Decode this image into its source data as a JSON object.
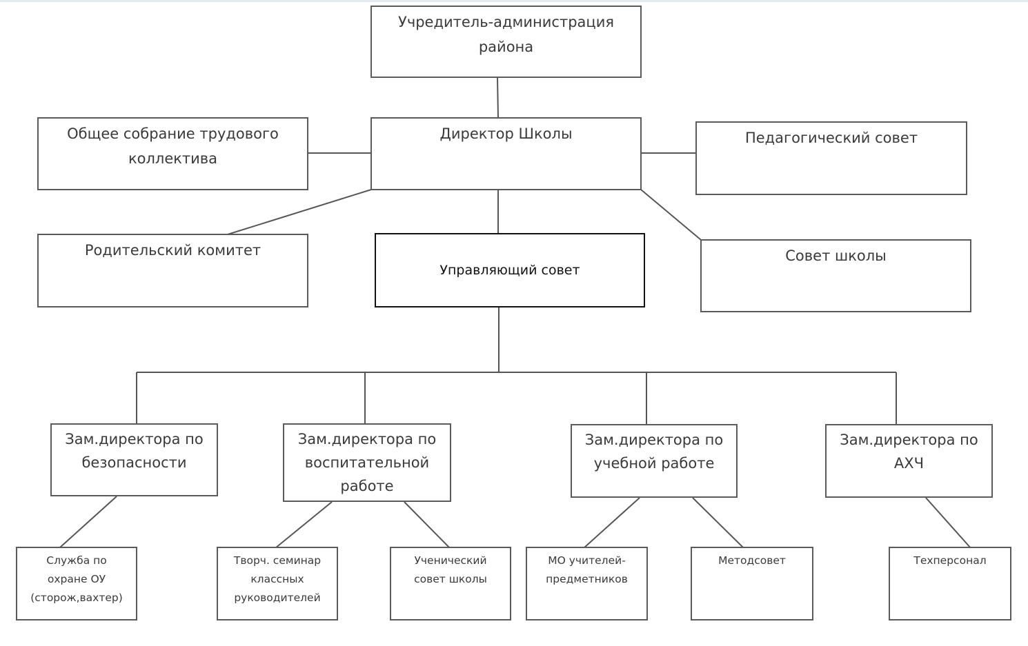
{
  "title": "Структура управления школой",
  "nodes": {
    "founder": "Учредитель-администрация\nрайона",
    "director": "Директор Школы",
    "general_meeting": "Общее собрание трудового\nколлектива",
    "pedagogical_council": "Педагогический совет",
    "parent_committee": "Родительский комитет",
    "governing_council": "Управляющий совет",
    "school_council": "Совет школы",
    "deputy_safety": "Зам.директора по\nбезопасности",
    "deputy_education": "Зам.директора по\nвоспитательной\nработе",
    "deputy_academic": "Зам.директора по\nучебной работе",
    "deputy_ahch": "Зам.директора по\nАХЧ",
    "security_service": "Служба по\nохране ОУ\n(сторож,вахтер)",
    "creative_seminar": "Творч. семинар\nклассных\nруководителей",
    "student_council": "Ученический\nсовет школы",
    "mo_teachers": "МО учителей-\nпредметников",
    "method_council": "Методсовет",
    "tech_staff": "Техперсонал"
  },
  "edges": [
    [
      "founder",
      "director"
    ],
    [
      "director",
      "general_meeting"
    ],
    [
      "director",
      "pedagogical_council"
    ],
    [
      "director",
      "parent_committee"
    ],
    [
      "director",
      "school_council"
    ],
    [
      "director",
      "governing_council"
    ],
    [
      "governing_council",
      "deputy_safety"
    ],
    [
      "governing_council",
      "deputy_education"
    ],
    [
      "governing_council",
      "deputy_academic"
    ],
    [
      "governing_council",
      "deputy_ahch"
    ],
    [
      "deputy_safety",
      "security_service"
    ],
    [
      "deputy_education",
      "creative_seminar"
    ],
    [
      "deputy_education",
      "student_council"
    ],
    [
      "deputy_academic",
      "mo_teachers"
    ],
    [
      "deputy_academic",
      "method_council"
    ],
    [
      "deputy_ahch",
      "tech_staff"
    ]
  ]
}
